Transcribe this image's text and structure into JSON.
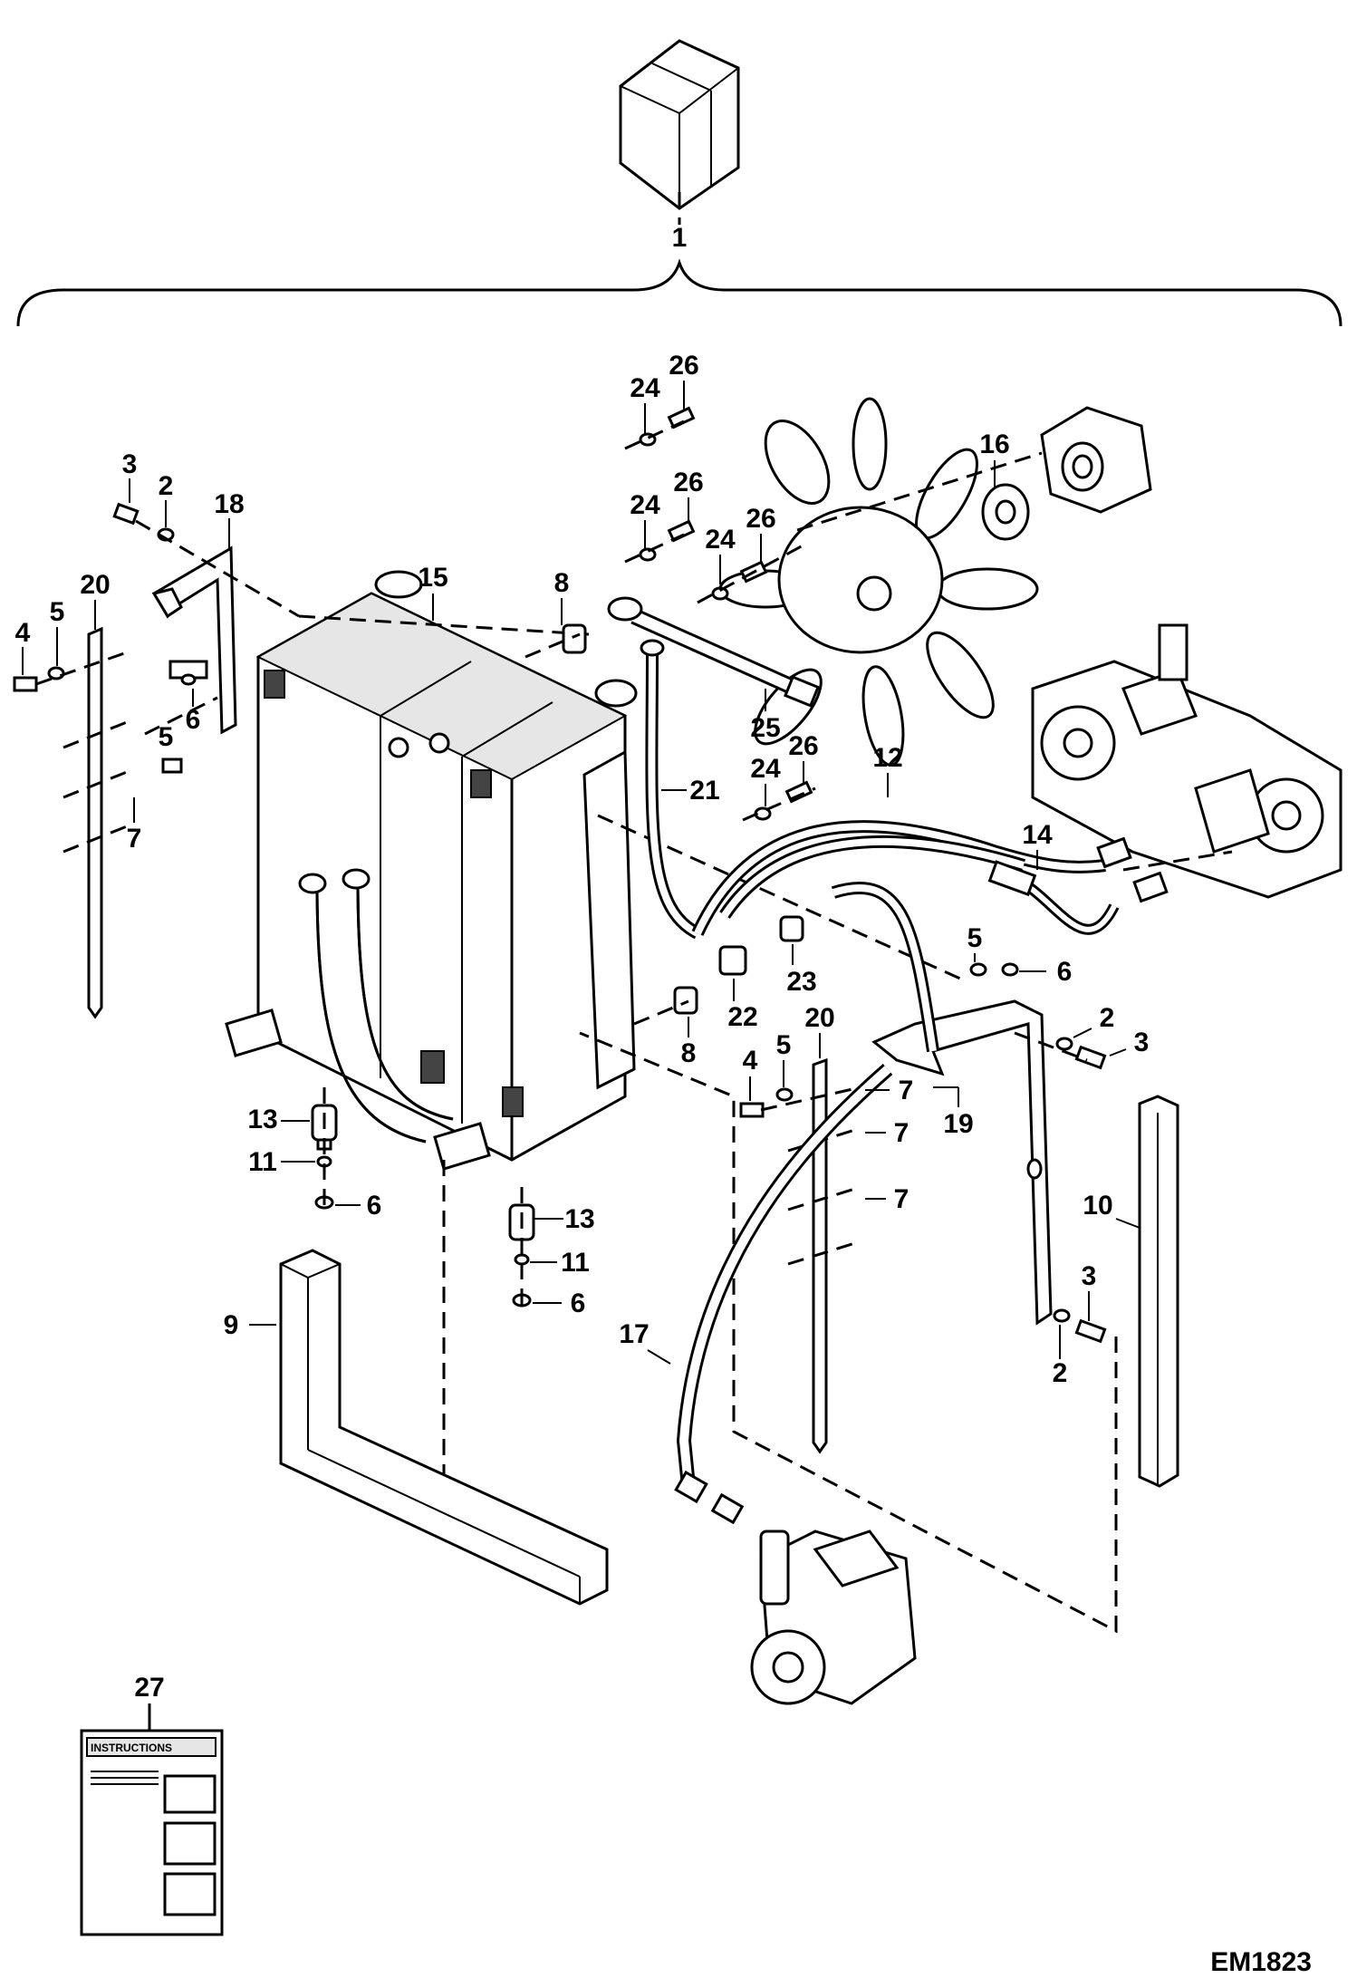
{
  "diagram": {
    "labels": {
      "kit": "1",
      "instructions": "27",
      "drawing_code": "EM1823"
    },
    "callouts": [
      "2",
      "3",
      "4",
      "5",
      "6",
      "7",
      "8",
      "9",
      "10",
      "11",
      "12",
      "13",
      "14",
      "15",
      "16",
      "17",
      "18",
      "19",
      "20",
      "21",
      "22",
      "23",
      "24",
      "25",
      "26"
    ],
    "instructions_sheet": {
      "header": "INSTRUCTIONS"
    },
    "colors": {
      "ink": "#000000",
      "paper": "#ffffff",
      "shade": "#e6e6e6"
    }
  }
}
